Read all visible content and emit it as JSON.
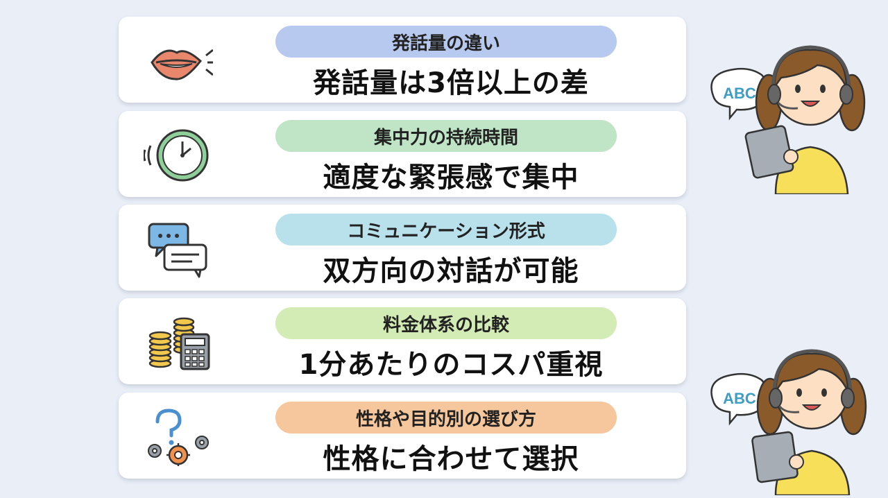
{
  "cards": [
    {
      "label": "発話量の違い",
      "headline": "発話量は3倍以上の差",
      "color": "#b7c9ee",
      "icon": "lips-icon"
    },
    {
      "label": "集中力の持続時間",
      "headline": "適度な緊張感で集中",
      "color": "#bfe5c6",
      "icon": "clock-icon"
    },
    {
      "label": "コミュニケーション形式",
      "headline": "双方向の対話が可能",
      "color": "#b9e1ec",
      "icon": "chat-bubbles-icon"
    },
    {
      "label": "料金体系の比較",
      "headline": "1分あたりのコスパ重視",
      "color": "#d3ebb5",
      "icon": "coins-calculator-icon"
    },
    {
      "label": "性格や目的別の選び方",
      "headline": "性格に合わせて選択",
      "color": "#f6c79c",
      "icon": "question-gears-icon"
    }
  ],
  "speech_bubbles": [
    "ABC",
    "ABC"
  ],
  "colors": {
    "hair": "#8b5a2b",
    "shirt": "#f7df5a",
    "bubble_text": "#3f9cc4"
  }
}
